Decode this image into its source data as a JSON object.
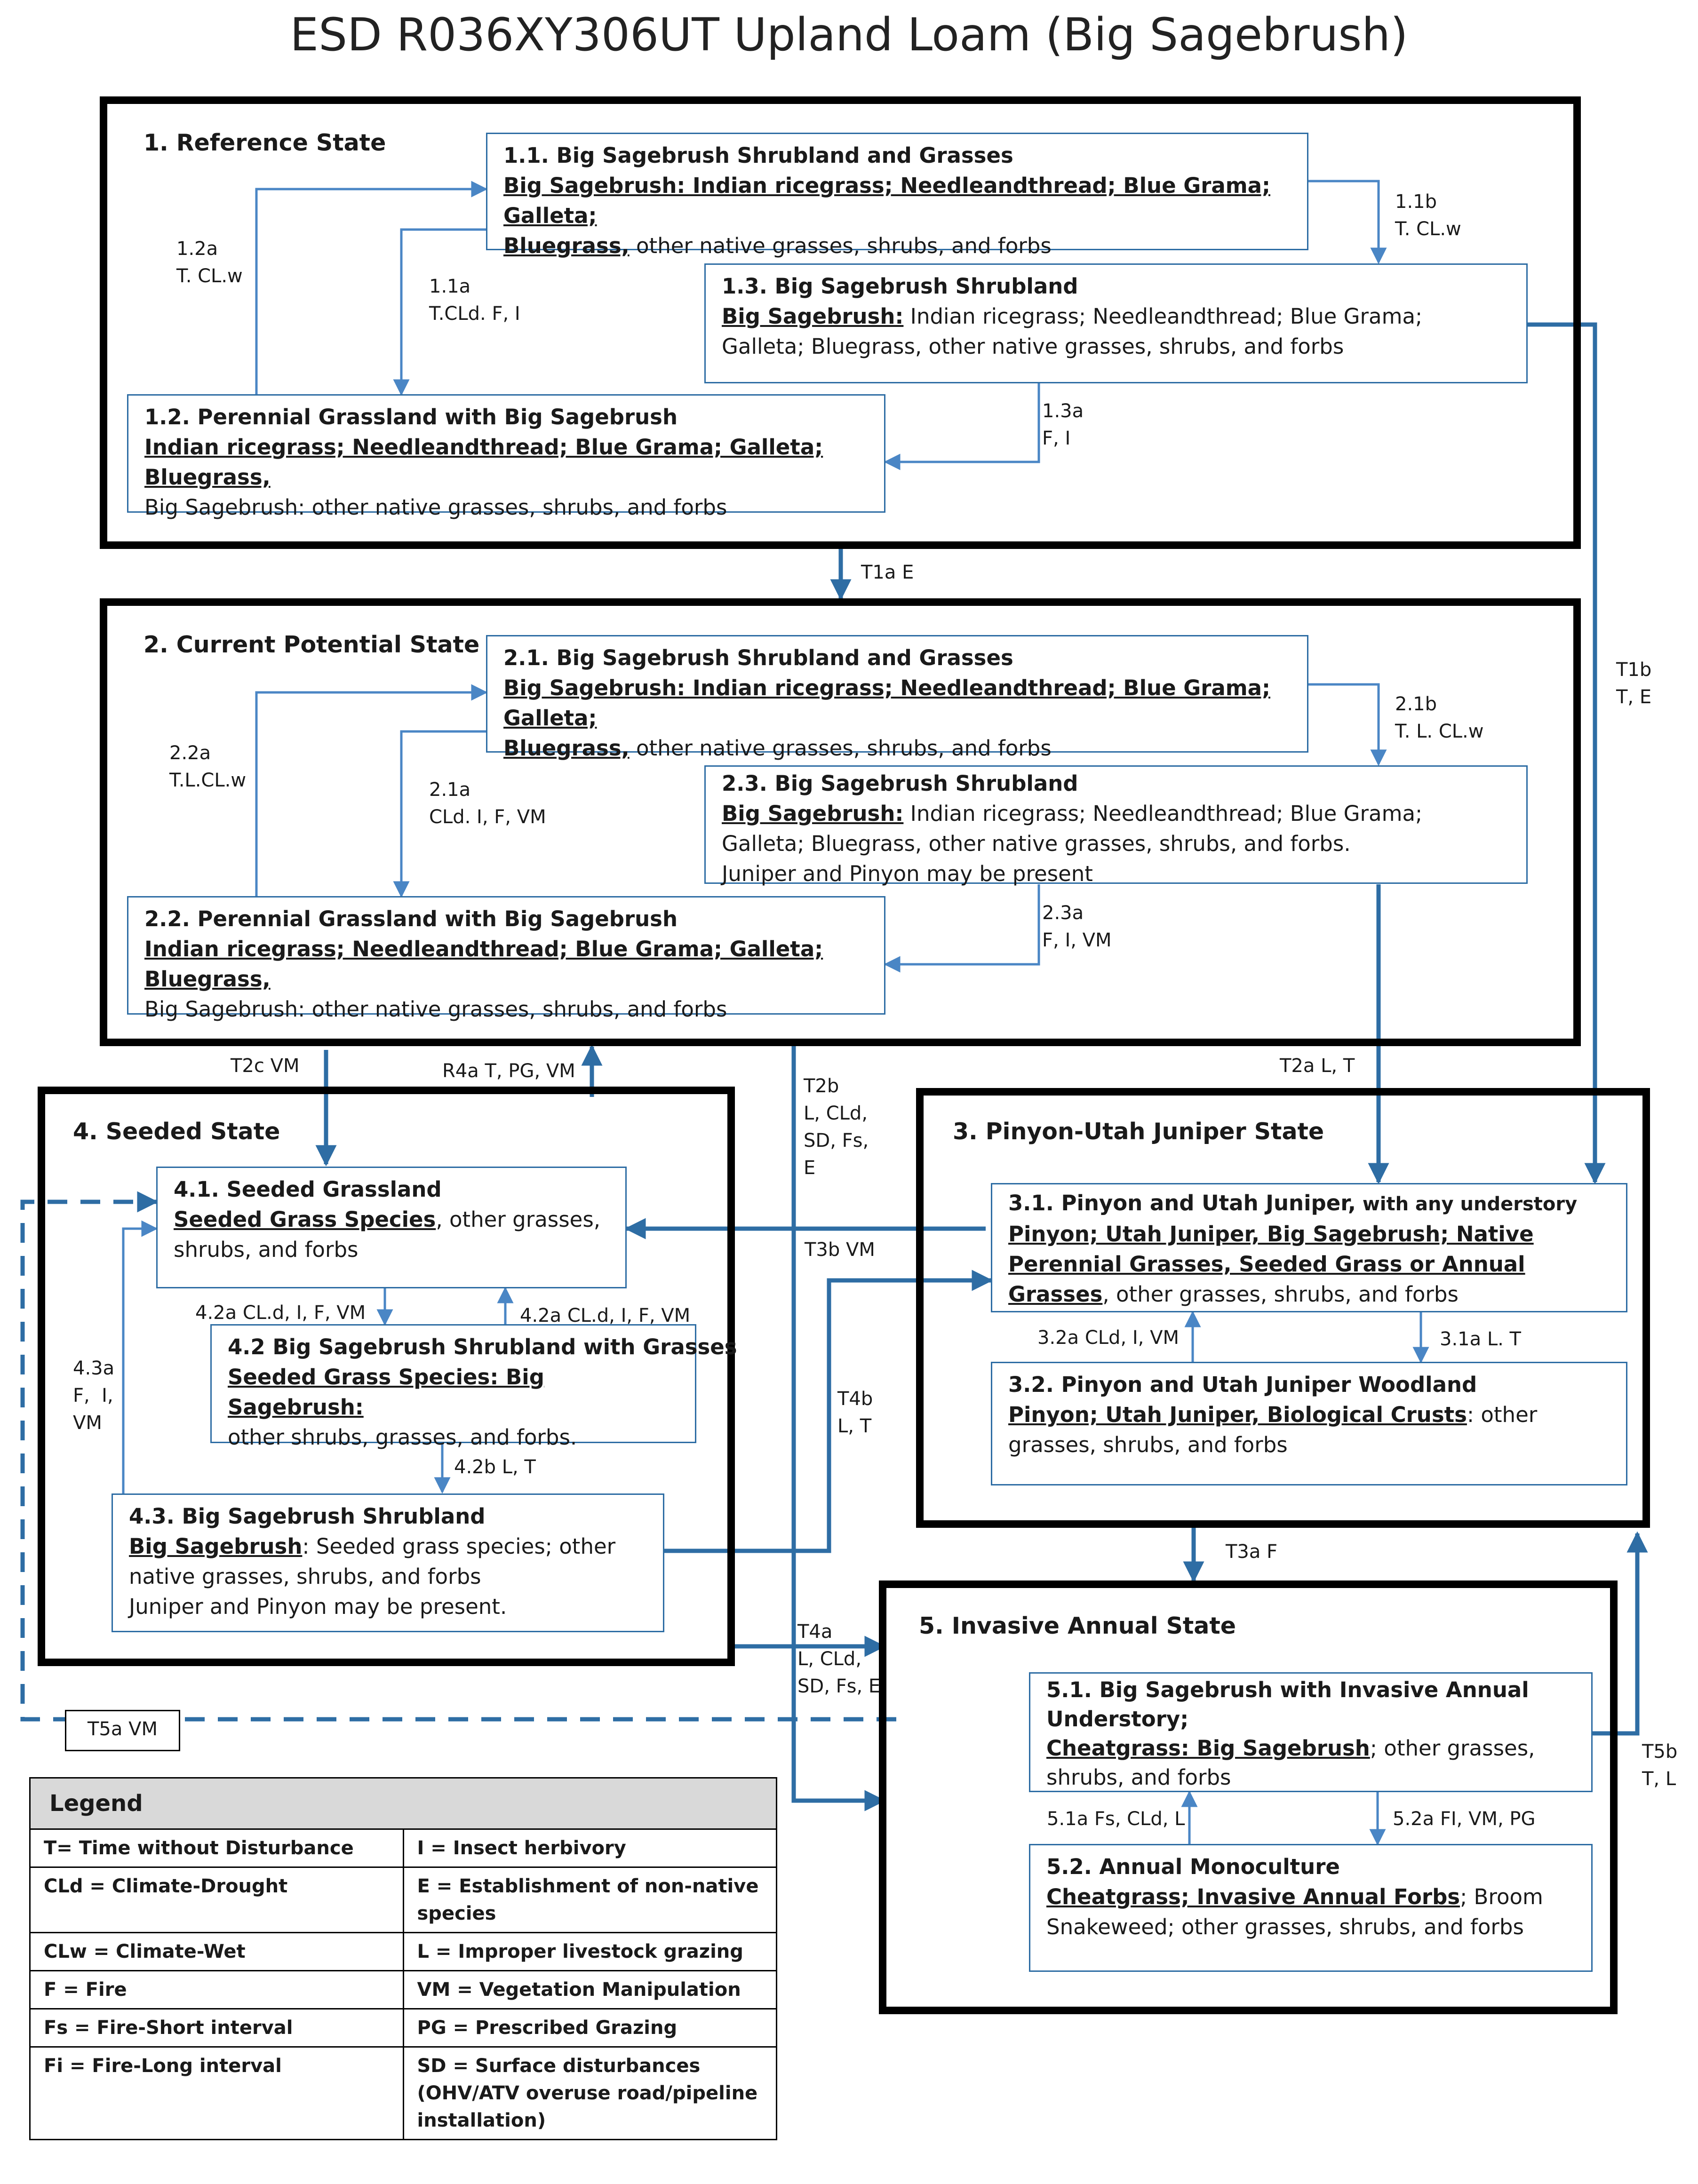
{
  "title": "ESD R036XY306UT Upland Loam (Big Sagebrush)",
  "states": {
    "s1": {
      "title": "1. Reference State"
    },
    "s2": {
      "title": "2. Current Potential State"
    },
    "s3": {
      "title": "3. Pinyon-Utah  Juniper State"
    },
    "s4": {
      "title": "4. Seeded State"
    },
    "s5": {
      "title": "5. Invasive Annual State"
    }
  },
  "communities": {
    "c11": {
      "title": "1.1. Big Sagebrush Shrubland  and Grasses",
      "u1": "Big Sagebrush: Indian ricegrass; Needleandthread;  Blue Grama; Galleta;",
      "u2": "Bluegrass,",
      "rest": " other native grasses, shrubs, and forbs"
    },
    "c13": {
      "title": "1.3. Big Sagebrush Shrubland",
      "u1": "Big Sagebrush:",
      "rest": " Indian ricegrass; Needleandthread; Blue Grama; Galleta; Bluegrass, other native grasses, shrubs, and forbs"
    },
    "c12": {
      "title": "1.2. Perennial Grassland with Big Sagebrush",
      "u1": "Indian ricegrass; Needleandthread;  Blue Grama; Galleta; Bluegrass,",
      "rest": "Big Sagebrush: other native grasses, shrubs, and forbs"
    },
    "c21": {
      "title": "2.1. Big Sagebrush Shrubland  and Grasses",
      "u1": "Big Sagebrush: Indian ricegrass; Needleandthread;  Blue Grama; Galleta;",
      "u2": "Bluegrass,",
      "rest": " other native grasses, shrubs, and forbs"
    },
    "c23": {
      "title": "2.3. Big Sagebrush Shrubland",
      "u1": "Big Sagebrush:",
      "rest": " Indian ricegrass; Needleandthread; Blue Grama; Galleta; Bluegrass, other native grasses, shrubs, and forbs.",
      "extra": "Juniper and Pinyon may be present"
    },
    "c22": {
      "title": "2.2. Perennial Grassland with Big Sagebrush",
      "u1": "Indian ricegrass; Needleandthread;  Blue Grama; Galleta; Bluegrass,",
      "rest": "Big Sagebrush: other native grasses, shrubs, and forbs"
    },
    "c41": {
      "title": "4.1. Seeded Grassland",
      "u1": "Seeded Grass Species",
      "rest": ", other grasses, shrubs, and forbs"
    },
    "c42": {
      "title": "4.2 Big Sagebrush Shrubland  with Grasses",
      "u1": "Seeded Grass Species: Big Sagebrush:",
      "rest": "other shrubs, grasses, and forbs."
    },
    "c43": {
      "title": "4.3. Big Sagebrush Shrubland",
      "u1": "Big Sagebrush",
      "rest": ":  Seeded grass species; other native grasses, shrubs, and forbs",
      "extra": "Juniper and Pinyon may be present."
    },
    "c31": {
      "title": "3.1. Pinyon and Utah Juniper,",
      "title_sub": " with any understory",
      "u1": "Pinyon; Utah Juniper, Big Sagebrush; Native Perennial Grasses, Seeded Grass or Annual  Grasses",
      "rest": ", other grasses, shrubs, and forbs"
    },
    "c32": {
      "title": "3.2. Pinyon and Utah Juniper Woodland",
      "u1": "Pinyon; Utah Juniper, Biological Crusts",
      "rest": ":  other grasses, shrubs, and forbs"
    },
    "c51": {
      "title": "5.1. Big Sagebrush with Invasive Annual",
      "title2": "Understory;",
      "u1": "Cheatgrass: Big Sagebrush",
      "rest": ";  other grasses, shrubs, and forbs"
    },
    "c52": {
      "title": "5.2. Annual Monoculture",
      "u1": "Cheatgrass; Invasive Annual  Forbs",
      "rest": "; Broom Snakeweed; other grasses, shrubs, and forbs"
    }
  },
  "transitions": {
    "p12a": "1.2a\nT. CL.w",
    "p11a": "1.1a\nT.CLd. F, I",
    "p11b": "1.1b\nT. CL.w",
    "p13a": "1.3a\nF, I",
    "t1a": "T1a E",
    "t1b": "T1b\nT, E",
    "p22a": "2.2a\nT.L.CL.w",
    "p21a": "2.1a\nCLd. I, F, VM",
    "p21b": "2.1b\nT. L. CL.w",
    "p23a": "2.3a\nF, I, VM",
    "t2c": "T2c VM",
    "r4a": "R4a T, PG, VM",
    "t2b": "T2b\nL, CLd,\nSD, Fs,\nE",
    "t2a": "T2a L, T",
    "t3b": "T3b VM",
    "p42a_down": "4.2a CL.d, I, F, VM",
    "p42a_up": "4.2a CL.d, I, F, VM",
    "p43a": "4.3a\nF,  I,\nVM",
    "p42b": "4.2b L, T",
    "t4b": "T4b\nL, T",
    "p32a": "3.2a CLd, I, VM",
    "p31a": "3.1a L. T",
    "t3a": "T3a F",
    "t4a": "T4a\nL, CLd,\nSD, Fs, E",
    "t5a": "T5a VM",
    "t5b": "T5b\nT, L",
    "p51a": "5.1a Fs, CLd, L",
    "p52a": "5.2a FI, VM, PG"
  },
  "legend": {
    "header": "Legend",
    "rows": [
      [
        "T= Time without Disturbance",
        "I = Insect herbivory"
      ],
      [
        "CLd = Climate-Drought",
        "E = Establishment of non-native species"
      ],
      [
        "CLw = Climate-Wet",
        "L = Improper livestock grazing"
      ],
      [
        "F = Fire",
        "VM = Vegetation Manipulation"
      ],
      [
        "Fs = Fire-Short interval",
        "PG = Prescribed Grazing"
      ],
      [
        "Fi = Fire-Long interval",
        "SD = Surface disturbances (OHV/ATV overuse road/pipeline installation)"
      ]
    ]
  },
  "colors": {
    "arrow": "#2e6da4",
    "thin_arrow": "#4a86c5",
    "border": "#000000"
  }
}
